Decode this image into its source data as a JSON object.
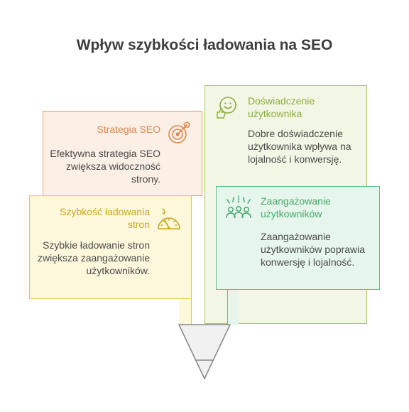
{
  "title": "Wpływ szybkości ładowania na SEO",
  "colors": {
    "orange": "#ea9a6d",
    "light_green": "#a5c556",
    "green": "#5fc088",
    "yellow": "#e5ca3a"
  },
  "cards": {
    "strategy": {
      "title": "Strategia SEO",
      "body": "Efektywna strategia SEO zwiększa widoczność strony.",
      "icon": "target-arrow-icon"
    },
    "experience": {
      "title": "Doświadczenie użytkownika",
      "body": "Dobre doświadczenie użytkownika wpływa na lojalność i konwersję.",
      "icon": "happy-face-thumbs-up-icon"
    },
    "engagement": {
      "title": "Zaangażowanie użytkowników",
      "body": "Zaangażowanie użytkowników poprawia konwersję i lojalność.",
      "icon": "cheering-group-icon"
    },
    "speed": {
      "title": "Szybkość ładowania stron",
      "body": "Szybkie ładowanie stron zwiększa zaangażowanie użytkowników.",
      "icon": "speedometer-icon"
    }
  }
}
